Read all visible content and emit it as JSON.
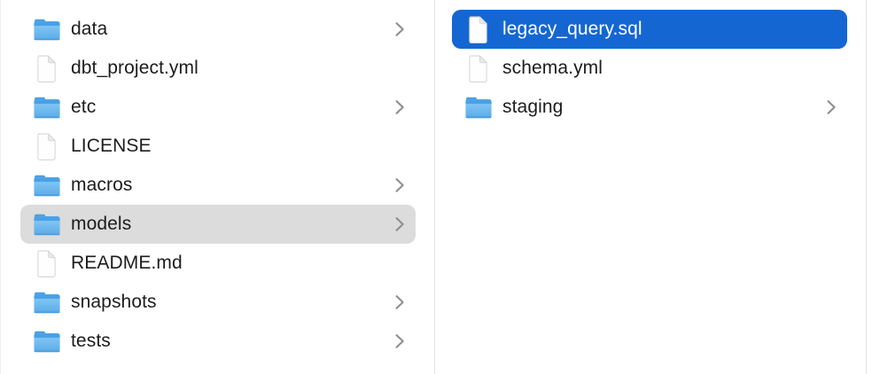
{
  "app": "finder-column-view",
  "colors": {
    "selection_primary_blue": "#1467d2",
    "selection_secondary_gray": "#dcdcdc",
    "text_dark": "#1c1c1e",
    "text_on_selection": "#ffffff",
    "divider": "#e3e3e3",
    "chevron_gray": "#8e8e8e",
    "folder_blue_top": "#49a0e5",
    "folder_blue_body_light": "#8ccdf6",
    "folder_blue_body_dark": "#5aabe8",
    "background": "#ffffff"
  },
  "columns": [
    {
      "name": "left-column",
      "items": [
        {
          "label": "data",
          "icon": "folder-icon",
          "chevron": true,
          "selected": "none"
        },
        {
          "label": "dbt_project.yml",
          "icon": "file-icon",
          "chevron": false,
          "selected": "none"
        },
        {
          "label": "etc",
          "icon": "folder-icon",
          "chevron": true,
          "selected": "none"
        },
        {
          "label": "LICENSE",
          "icon": "file-icon",
          "chevron": false,
          "selected": "none"
        },
        {
          "label": "macros",
          "icon": "folder-icon",
          "chevron": true,
          "selected": "none"
        },
        {
          "label": "models",
          "icon": "folder-icon",
          "chevron": true,
          "selected": "secondary"
        },
        {
          "label": "README.md",
          "icon": "file-icon",
          "chevron": false,
          "selected": "none"
        },
        {
          "label": "snapshots",
          "icon": "folder-icon",
          "chevron": true,
          "selected": "none"
        },
        {
          "label": "tests",
          "icon": "folder-icon",
          "chevron": true,
          "selected": "none"
        }
      ]
    },
    {
      "name": "right-column",
      "items": [
        {
          "label": "legacy_query.sql",
          "icon": "file-icon",
          "chevron": false,
          "selected": "primary"
        },
        {
          "label": "schema.yml",
          "icon": "file-icon",
          "chevron": false,
          "selected": "none"
        },
        {
          "label": "staging",
          "icon": "folder-icon",
          "chevron": true,
          "selected": "none"
        }
      ]
    }
  ]
}
